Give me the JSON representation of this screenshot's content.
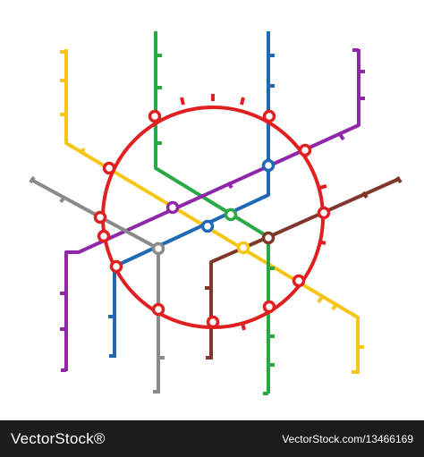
{
  "map": {
    "lines": [
      {
        "name": "yellow",
        "color": "#f5c518"
      },
      {
        "name": "green",
        "color": "#2aa845"
      },
      {
        "name": "blue",
        "color": "#1f69b5"
      },
      {
        "name": "purple",
        "color": "#8e27a8"
      },
      {
        "name": "gray",
        "color": "#8a8a8a"
      },
      {
        "name": "brown",
        "color": "#80372b"
      },
      {
        "name": "red-ring",
        "color": "#e02020"
      }
    ]
  },
  "footer": {
    "logo": "VectorStock®",
    "watermark_url": "VectorStock.com/13466169"
  }
}
